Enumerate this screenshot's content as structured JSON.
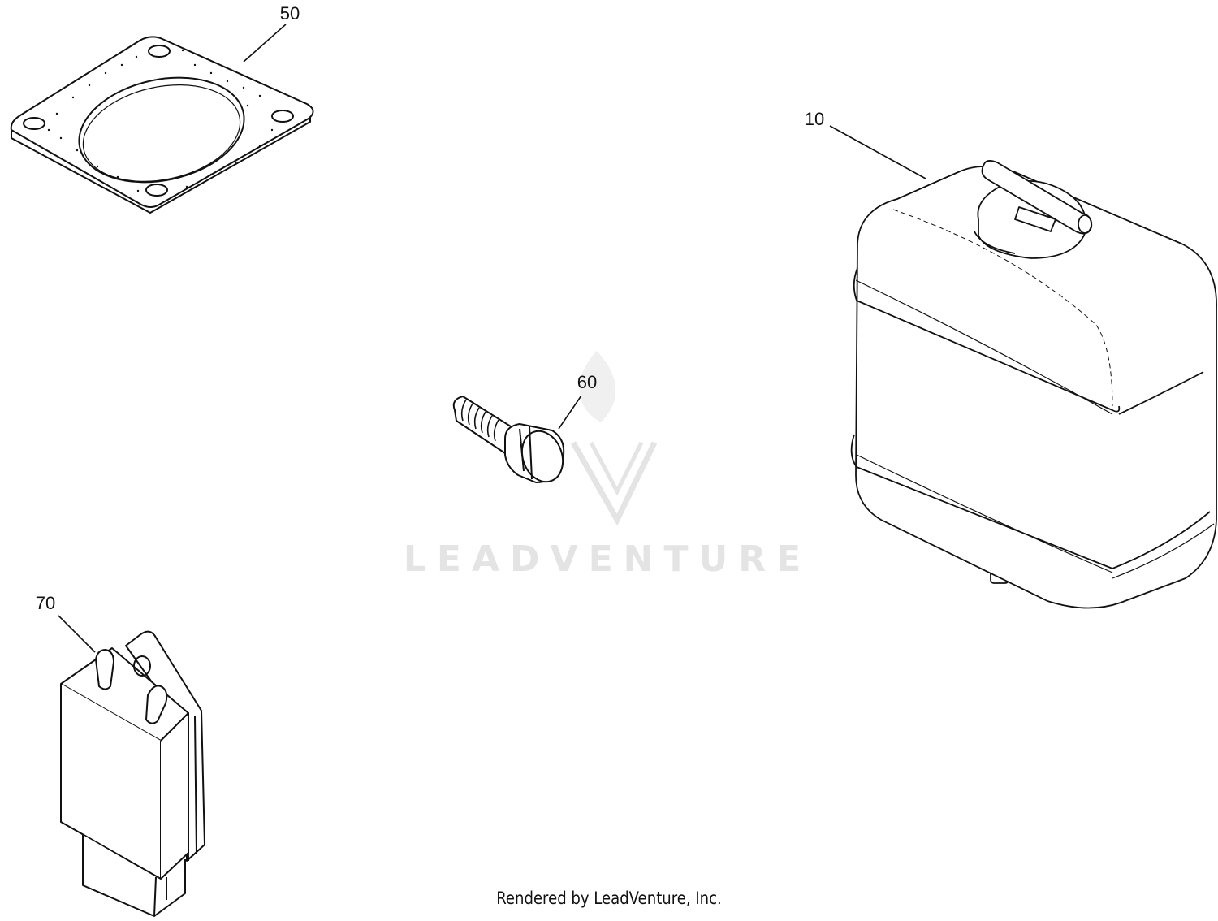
{
  "diagram": {
    "callouts": {
      "part_10": "10",
      "part_50": "50",
      "part_60": "60",
      "part_70": "70"
    },
    "watermark": {
      "text": "LEADVENTURE"
    },
    "footer": {
      "text": "Rendered by LeadVenture, Inc."
    },
    "colors": {
      "line": "#111111",
      "watermark": "#e4e4e4",
      "background": "#ffffff"
    }
  }
}
